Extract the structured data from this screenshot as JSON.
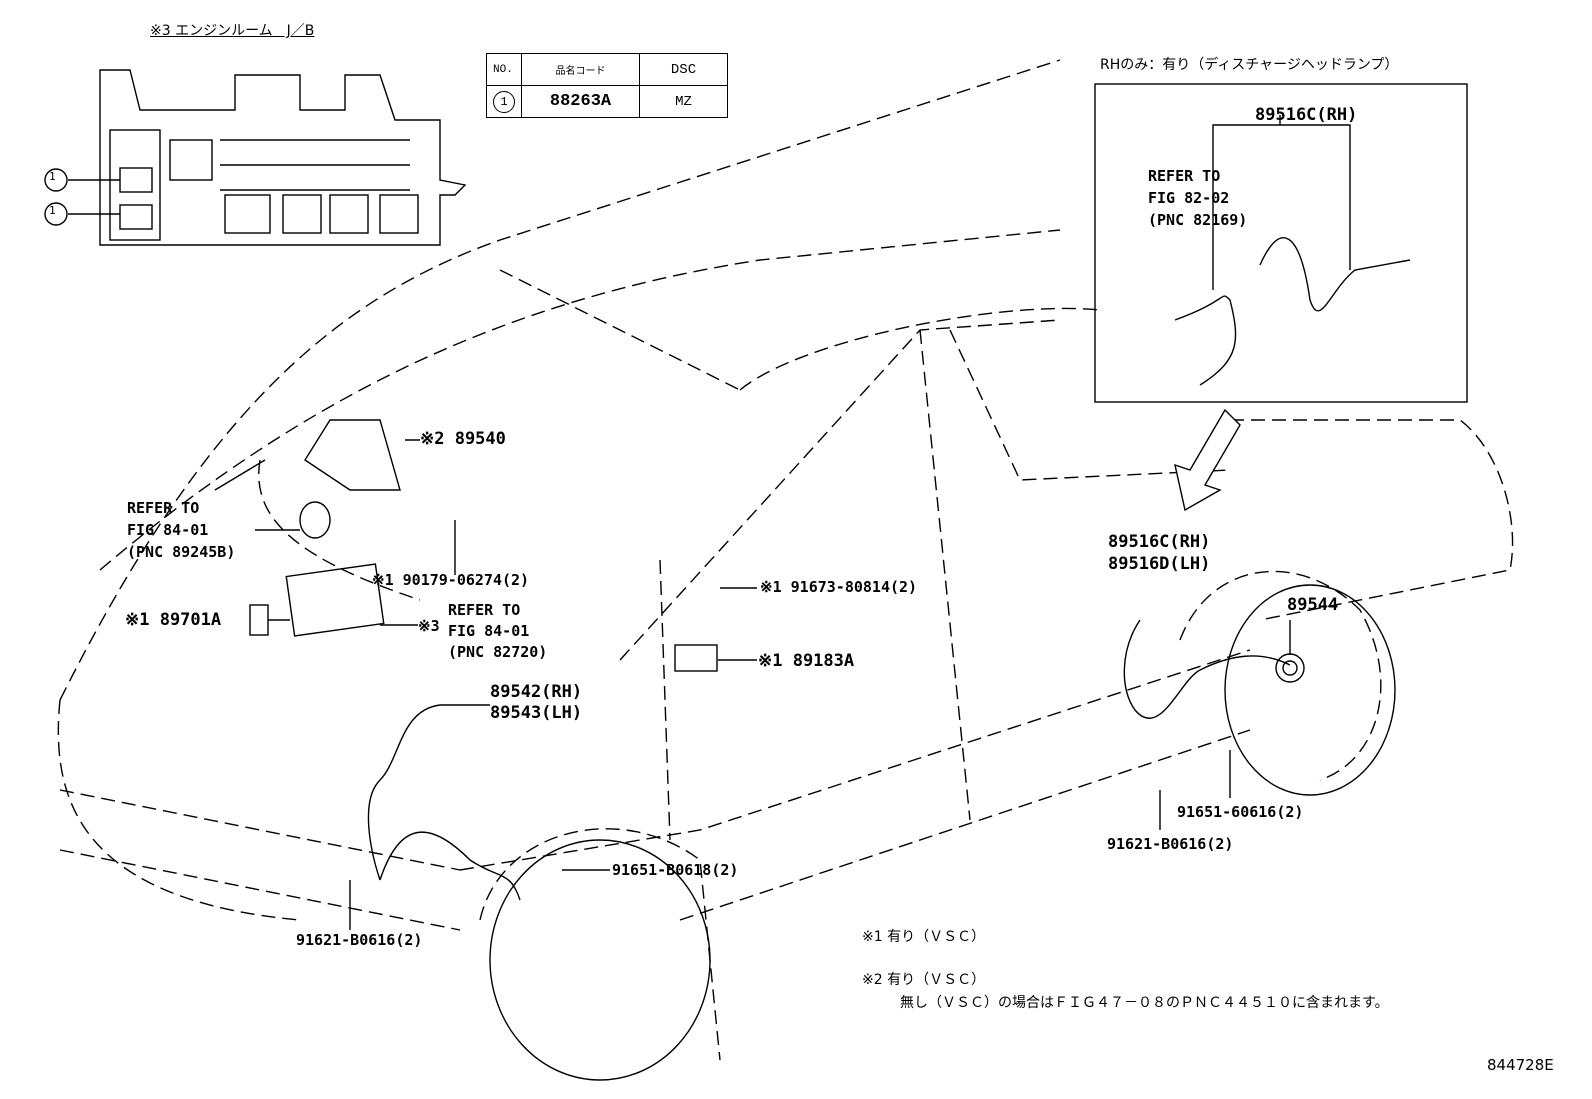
{
  "junction_block": {
    "title": "※3 エンジンルーム　J／B",
    "callouts": [
      "1",
      "1"
    ]
  },
  "parts_table": {
    "headers": [
      "NO.",
      "品名コード",
      "DSC"
    ],
    "rows": [
      {
        "no": "1",
        "code": "88263A",
        "dsc": "MZ"
      }
    ]
  },
  "inset": {
    "caption": "RHのみ：有り（ディスチャージヘッドランプ）",
    "part": "89516C(RH)",
    "refer": [
      "REFER TO",
      "FIG 82-02",
      "(PNC 82169)"
    ]
  },
  "labels": {
    "p89540": "※2 89540",
    "refer_89245b": [
      "REFER TO",
      "FIG 84-01",
      "(PNC 89245B)"
    ],
    "p90179": "※1 90179-06274(2)",
    "refer_82720": [
      "REFER TO",
      "FIG 84-01",
      "(PNC 82720)"
    ],
    "p89701a": "※1 89701A",
    "note3": "※3",
    "p89542": [
      "89542(RH)",
      "89543(LH)"
    ],
    "p91673": "※1 91673-80814(2)",
    "p89183a": "※1 89183A",
    "p89516": [
      "89516C(RH)",
      "89516D(LH)"
    ],
    "p89544": "89544",
    "p91651_60616": "91651-60616(2)",
    "p91621_rear": "91621-B0616(2)",
    "p91651_b0618": "91651-B0618(2)",
    "p91621_front": "91621-B0616(2)"
  },
  "notes": [
    "※1 有り（ＶＳＣ）",
    "※2 有り（ＶＳＣ）",
    "無し（ＶＳＣ）の場合はＦＩＧ４７－０８のＰＮＣ４４５１０に含まれます。"
  ],
  "figure_id": "844728E"
}
